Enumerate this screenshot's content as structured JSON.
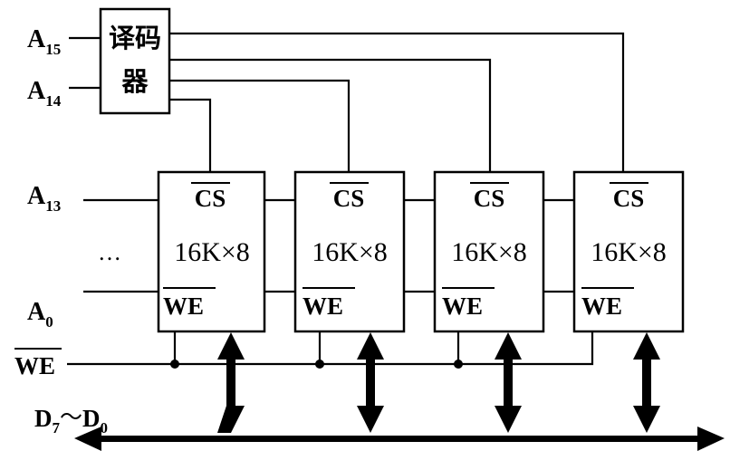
{
  "decoder": {
    "label_line1": "译码",
    "label_line2": "器"
  },
  "inputs": {
    "a15": {
      "base": "A",
      "sub": "15"
    },
    "a14": {
      "base": "A",
      "sub": "14"
    },
    "a13": {
      "base": "A",
      "sub": "13"
    },
    "ellipsis": "…",
    "a0": {
      "base": "A",
      "sub": "0"
    },
    "we": "WE"
  },
  "chips": [
    {
      "cs": "CS",
      "capacity": "16K×8",
      "we": "WE"
    },
    {
      "cs": "CS",
      "capacity": "16K×8",
      "we": "WE"
    },
    {
      "cs": "CS",
      "capacity": "16K×8",
      "we": "WE"
    },
    {
      "cs": "CS",
      "capacity": "16K×8",
      "we": "WE"
    }
  ],
  "data_bus": {
    "d_high": {
      "base": "D",
      "sub": "7"
    },
    "tilde": "～",
    "d_low": {
      "base": "D",
      "sub": "0"
    }
  }
}
